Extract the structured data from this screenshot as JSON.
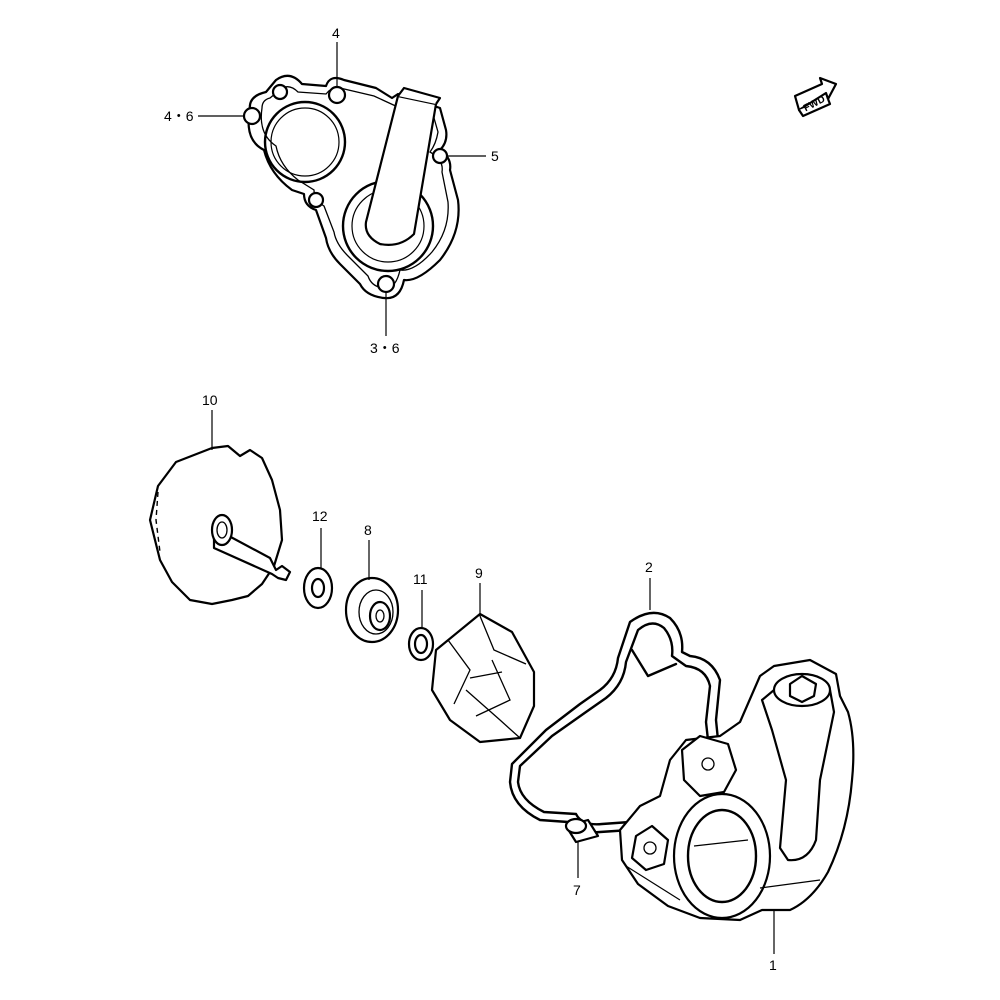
{
  "badge": {
    "text": "FWD"
  },
  "callouts": [
    {
      "id": "c4",
      "text": "4"
    },
    {
      "id": "c46",
      "text": "4・6"
    },
    {
      "id": "c5",
      "text": "5"
    },
    {
      "id": "c36",
      "text": "3・6"
    },
    {
      "id": "c10",
      "text": "10"
    },
    {
      "id": "c12",
      "text": "12"
    },
    {
      "id": "c8",
      "text": "8"
    },
    {
      "id": "c11",
      "text": "11"
    },
    {
      "id": "c9",
      "text": "9"
    },
    {
      "id": "c2",
      "text": "2"
    },
    {
      "id": "c7",
      "text": "7"
    },
    {
      "id": "c1",
      "text": "1"
    }
  ]
}
